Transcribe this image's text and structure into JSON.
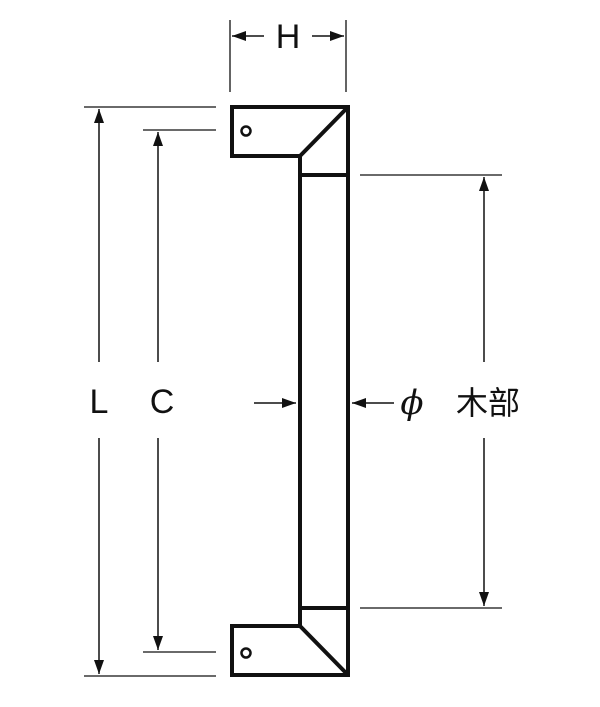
{
  "labels": {
    "height": "H",
    "length": "L",
    "center": "C",
    "diameter": "ϕ",
    "wood_part": "木部"
  }
}
